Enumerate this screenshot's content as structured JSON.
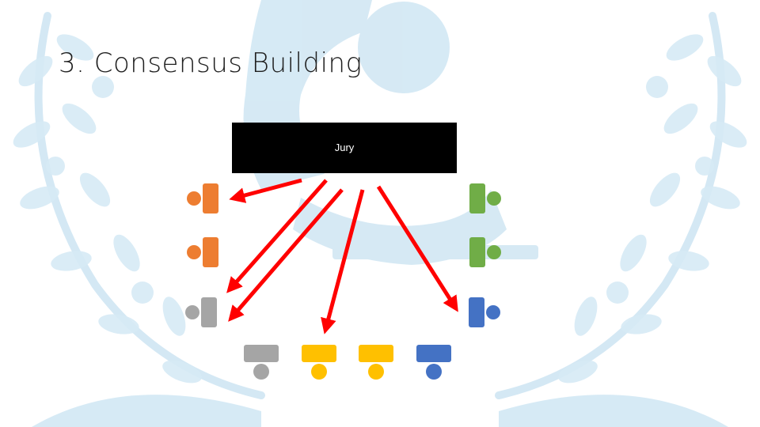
{
  "slide": {
    "title": "3. Consensus Building"
  },
  "jury": {
    "label": "Jury"
  },
  "colors": {
    "orange": "#ed7d31",
    "gray": "#a5a5a5",
    "green": "#70ad47",
    "blue": "#4472c4",
    "yellow": "#ffc000",
    "arrow": "#ff0000",
    "watermark": "#c9e3f1"
  },
  "members": [
    {
      "group": "left",
      "color": "orange"
    },
    {
      "group": "left",
      "color": "orange"
    },
    {
      "group": "left",
      "color": "gray"
    },
    {
      "group": "right",
      "color": "green"
    },
    {
      "group": "right",
      "color": "green"
    },
    {
      "group": "right",
      "color": "blue"
    },
    {
      "group": "bottom",
      "color": "gray"
    },
    {
      "group": "bottom",
      "color": "yellow"
    },
    {
      "group": "bottom",
      "color": "yellow"
    },
    {
      "group": "bottom",
      "color": "blue"
    }
  ]
}
